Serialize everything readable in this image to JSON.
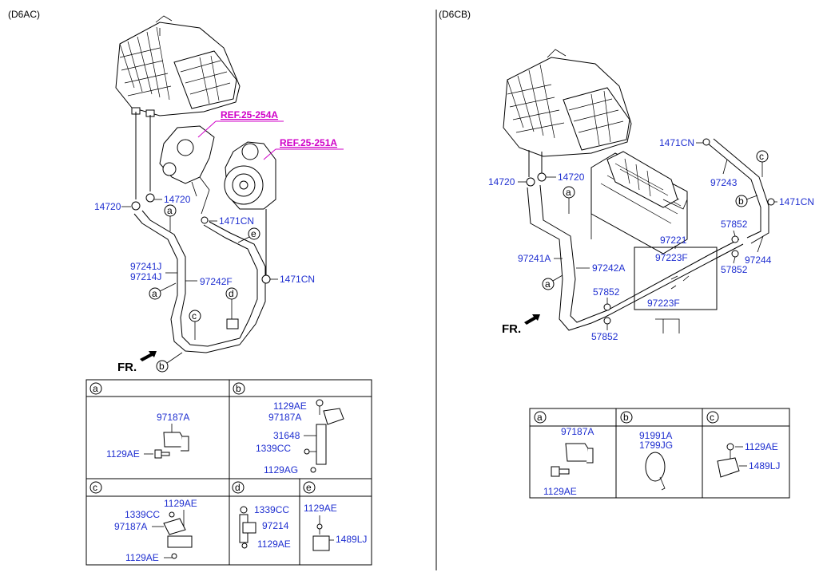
{
  "left": {
    "variant": "(D6AC)",
    "refs": [
      "REF.25-254A",
      "REF.25-251A"
    ],
    "labels": {
      "c14720_left": "14720",
      "c14720_right": "14720",
      "c1471cn_mid": "1471CN",
      "c97241j": "97241J",
      "c97214j": "97214J",
      "c97242f": "97242F",
      "c1471cn_low": "1471CN"
    },
    "callouts": [
      "a",
      "a",
      "b",
      "c",
      "d",
      "e"
    ],
    "front": "FR.",
    "detail": {
      "a": {
        "letter": "a",
        "parts": [
          "97187A",
          "1129AE"
        ]
      },
      "b": {
        "letter": "b",
        "parts": [
          "1129AE",
          "97187A",
          "31648",
          "1339CC",
          "1129AG"
        ]
      },
      "c": {
        "letter": "c",
        "parts": [
          "1129AE",
          "1339CC",
          "97187A",
          "1129AE"
        ]
      },
      "d": {
        "letter": "d",
        "parts": [
          "1339CC",
          "97214",
          "1129AE"
        ]
      },
      "e": {
        "letter": "e",
        "parts": [
          "1129AE",
          "1489LJ"
        ]
      }
    }
  },
  "right": {
    "variant": "(D6CB)",
    "labels": {
      "c1471cn_top": "1471CN",
      "c14720_l": "14720",
      "c14720_r": "14720",
      "c97243": "97243",
      "c1471cn_right": "1471CN",
      "c57852_tr": "57852",
      "c97221": "97221",
      "c97223f_top": "97223F",
      "c97244": "97244",
      "c57852_mr": "57852",
      "c97241a": "97241A",
      "c97242a": "97242A",
      "c57852_ml": "57852",
      "c97223f_bot": "97223F",
      "c57852_bl": "57852"
    },
    "callouts": [
      "a",
      "a",
      "b",
      "c"
    ],
    "front": "FR.",
    "detail": {
      "a": {
        "letter": "a",
        "parts": [
          "97187A",
          "1129AE"
        ]
      },
      "b": {
        "letter": "b",
        "parts": [
          "91991A",
          "1799JG"
        ]
      },
      "c": {
        "letter": "c",
        "parts": [
          "1129AE",
          "1489LJ"
        ]
      }
    }
  }
}
